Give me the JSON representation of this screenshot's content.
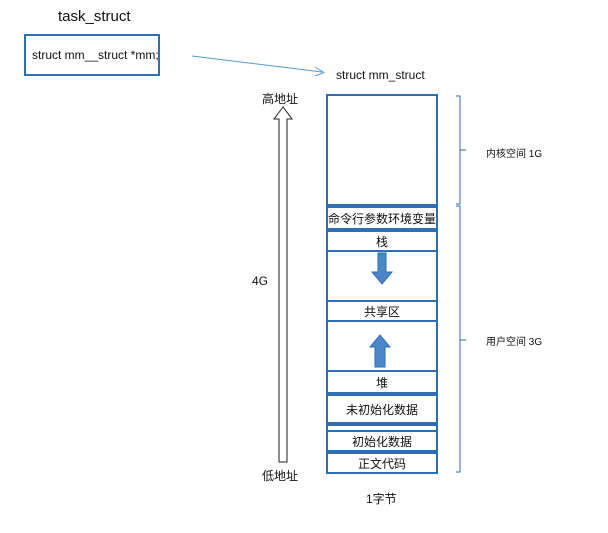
{
  "task_struct": {
    "title": "task_struct",
    "field": "struct mm__struct *mm;"
  },
  "mm_struct_label": "struct mm_struct",
  "address_axis": {
    "high": "高地址",
    "low": "低地址",
    "size": "4G"
  },
  "segments": [
    {
      "label": ""
    },
    {
      "label": "命令行参数环境变量"
    },
    {
      "label": "栈"
    },
    {
      "label": ""
    },
    {
      "label": "共享区"
    },
    {
      "label": ""
    },
    {
      "label": "堆"
    },
    {
      "label": "未初始化数据"
    },
    {
      "label": "初始化数据"
    },
    {
      "label": "正文代码"
    }
  ],
  "regions": {
    "kernel": "内核空间 1G",
    "user": "用户空间 3G"
  },
  "unit_label": "1字节",
  "colors": {
    "border": "#2f6fb5",
    "arrow_fill": "#4a86c8"
  }
}
